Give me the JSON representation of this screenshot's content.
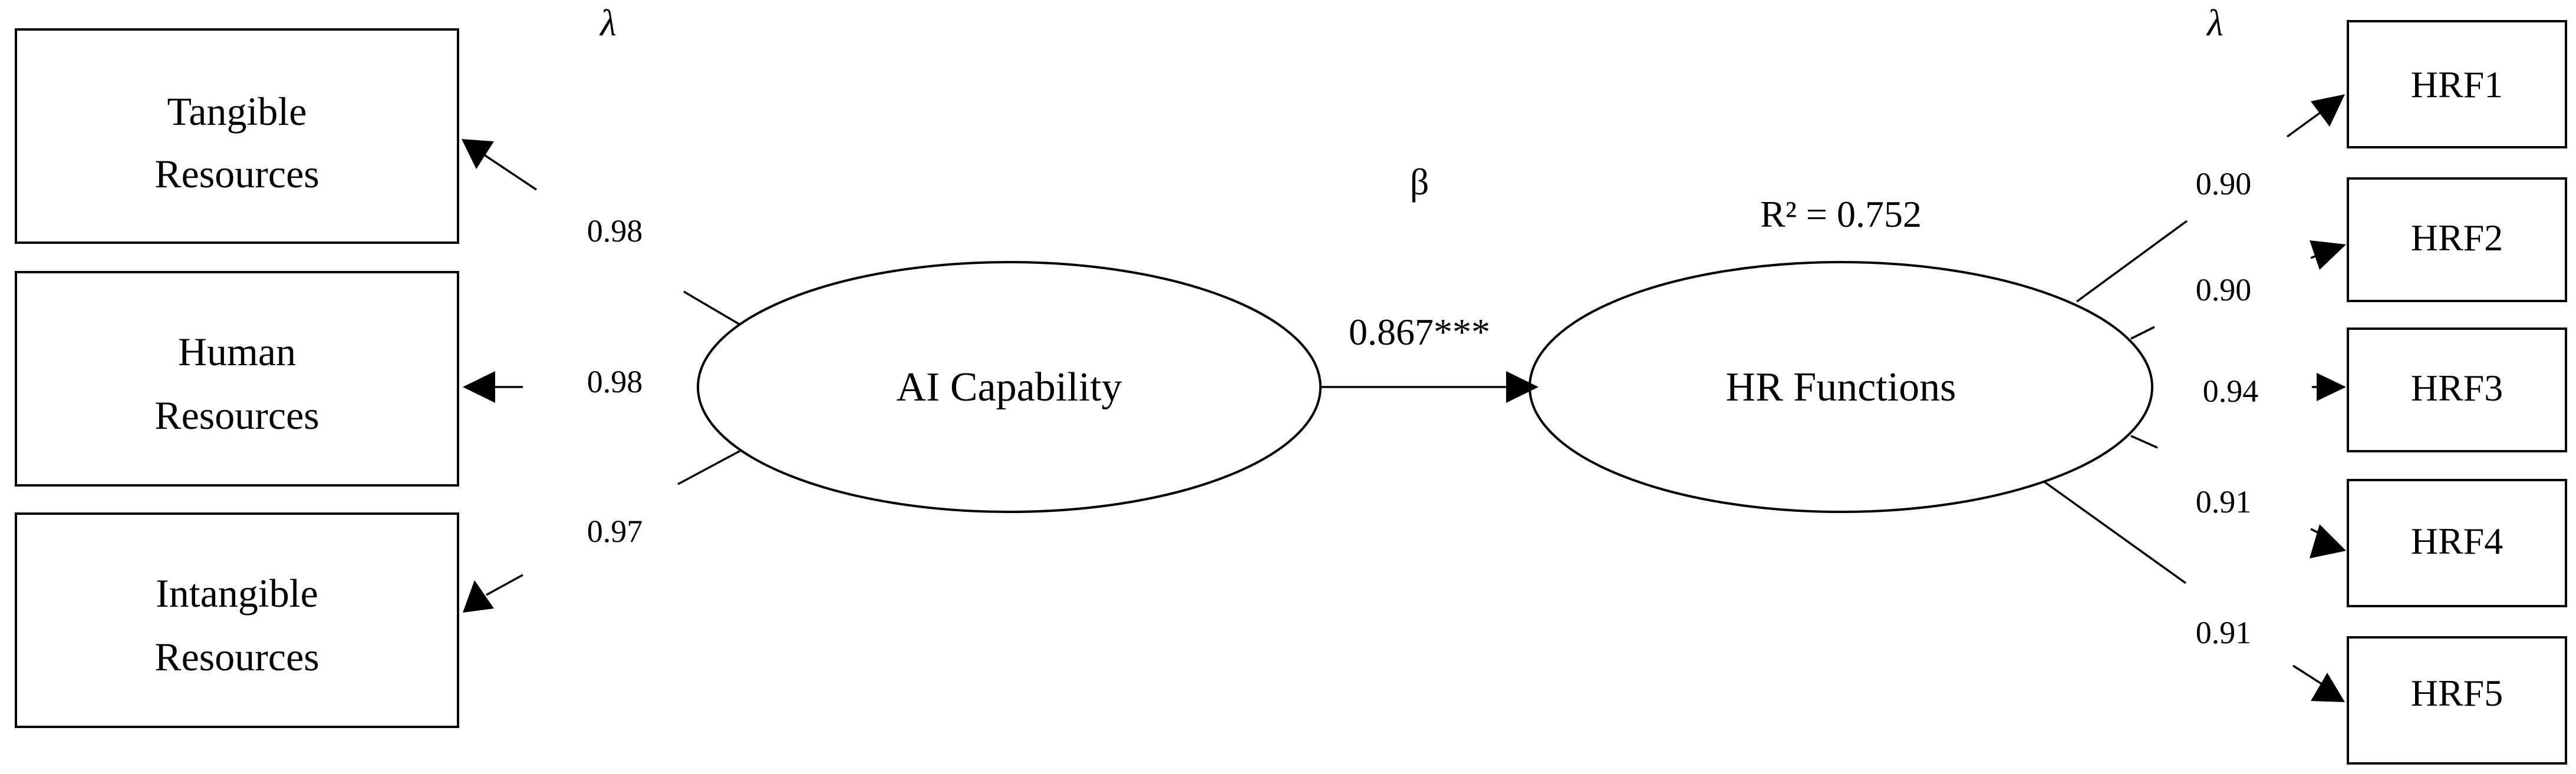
{
  "symbols": {
    "lambda_left": "λ",
    "lambda_right": "λ",
    "beta": "β"
  },
  "latent": {
    "exogenous": "AI Capability",
    "endogenous": "HR Functions"
  },
  "path_coefficient": "0.867***",
  "r_squared": "R² = 0.752",
  "left_indicators": [
    {
      "line1": "Tangible",
      "line2": "Resources",
      "loading": "0.98"
    },
    {
      "line1": "Human",
      "line2": "Resources",
      "loading": "0.98"
    },
    {
      "line1": "Intangible",
      "line2": "Resources",
      "loading": "0.97"
    }
  ],
  "right_indicators": [
    {
      "label": "HRF1",
      "loading": "0.90"
    },
    {
      "label": "HRF2",
      "loading": "0.90"
    },
    {
      "label": "HRF3",
      "loading": "0.94"
    },
    {
      "label": "HRF4",
      "loading": "0.91"
    },
    {
      "label": "HRF5",
      "loading": "0.91"
    }
  ]
}
